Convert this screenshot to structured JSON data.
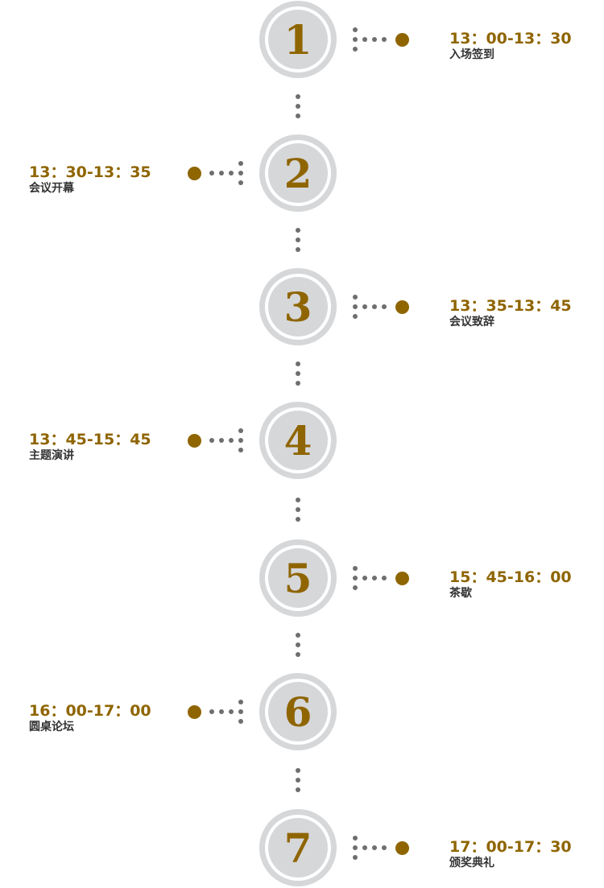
{
  "accent_color": "#8f6500",
  "steps": [
    {
      "number": "1",
      "time": "13：00-13：30",
      "label": "入场签到",
      "side": "right"
    },
    {
      "number": "2",
      "time": "13：30-13：35",
      "label": "会议开幕",
      "side": "left"
    },
    {
      "number": "3",
      "time": "13：35-13：45",
      "label": "会议致辞",
      "side": "right"
    },
    {
      "number": "4",
      "time": "13：45-15：45",
      "label": "主题演讲",
      "side": "left"
    },
    {
      "number": "5",
      "time": "15：45-16：00",
      "label": "茶歇",
      "side": "right"
    },
    {
      "number": "6",
      "time": "16：00-17：00",
      "label": "圆桌论坛",
      "side": "left"
    },
    {
      "number": "7",
      "time": "17：00-17：30",
      "label": "颁奖典礼",
      "side": "right"
    }
  ]
}
